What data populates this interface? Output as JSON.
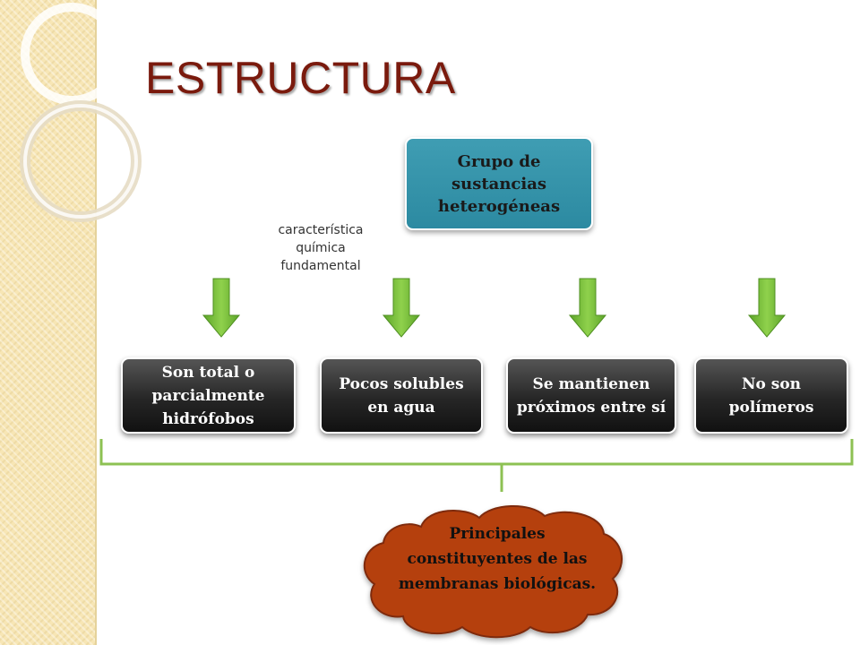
{
  "slide": {
    "title": "ESTRUCTURA",
    "top_box": "Grupo de sustancias heterogéneas",
    "annotation": "característica química fundamental",
    "boxes": [
      "Son total o parcialmente hidrófobos",
      "Pocos solubles en agua",
      "Se mantienen próximos entre sí",
      "No son polímeros"
    ],
    "cloud": "Principales constituyentes de las membranas biológicas."
  },
  "colors": {
    "title": "#7a1a0d",
    "top_box": "#3491a8",
    "dark_box": "#262626",
    "arrow": "#7cc43c",
    "bracket": "#8dc153",
    "cloud": "#b5410f",
    "side_strip": "#f7e6b5"
  }
}
